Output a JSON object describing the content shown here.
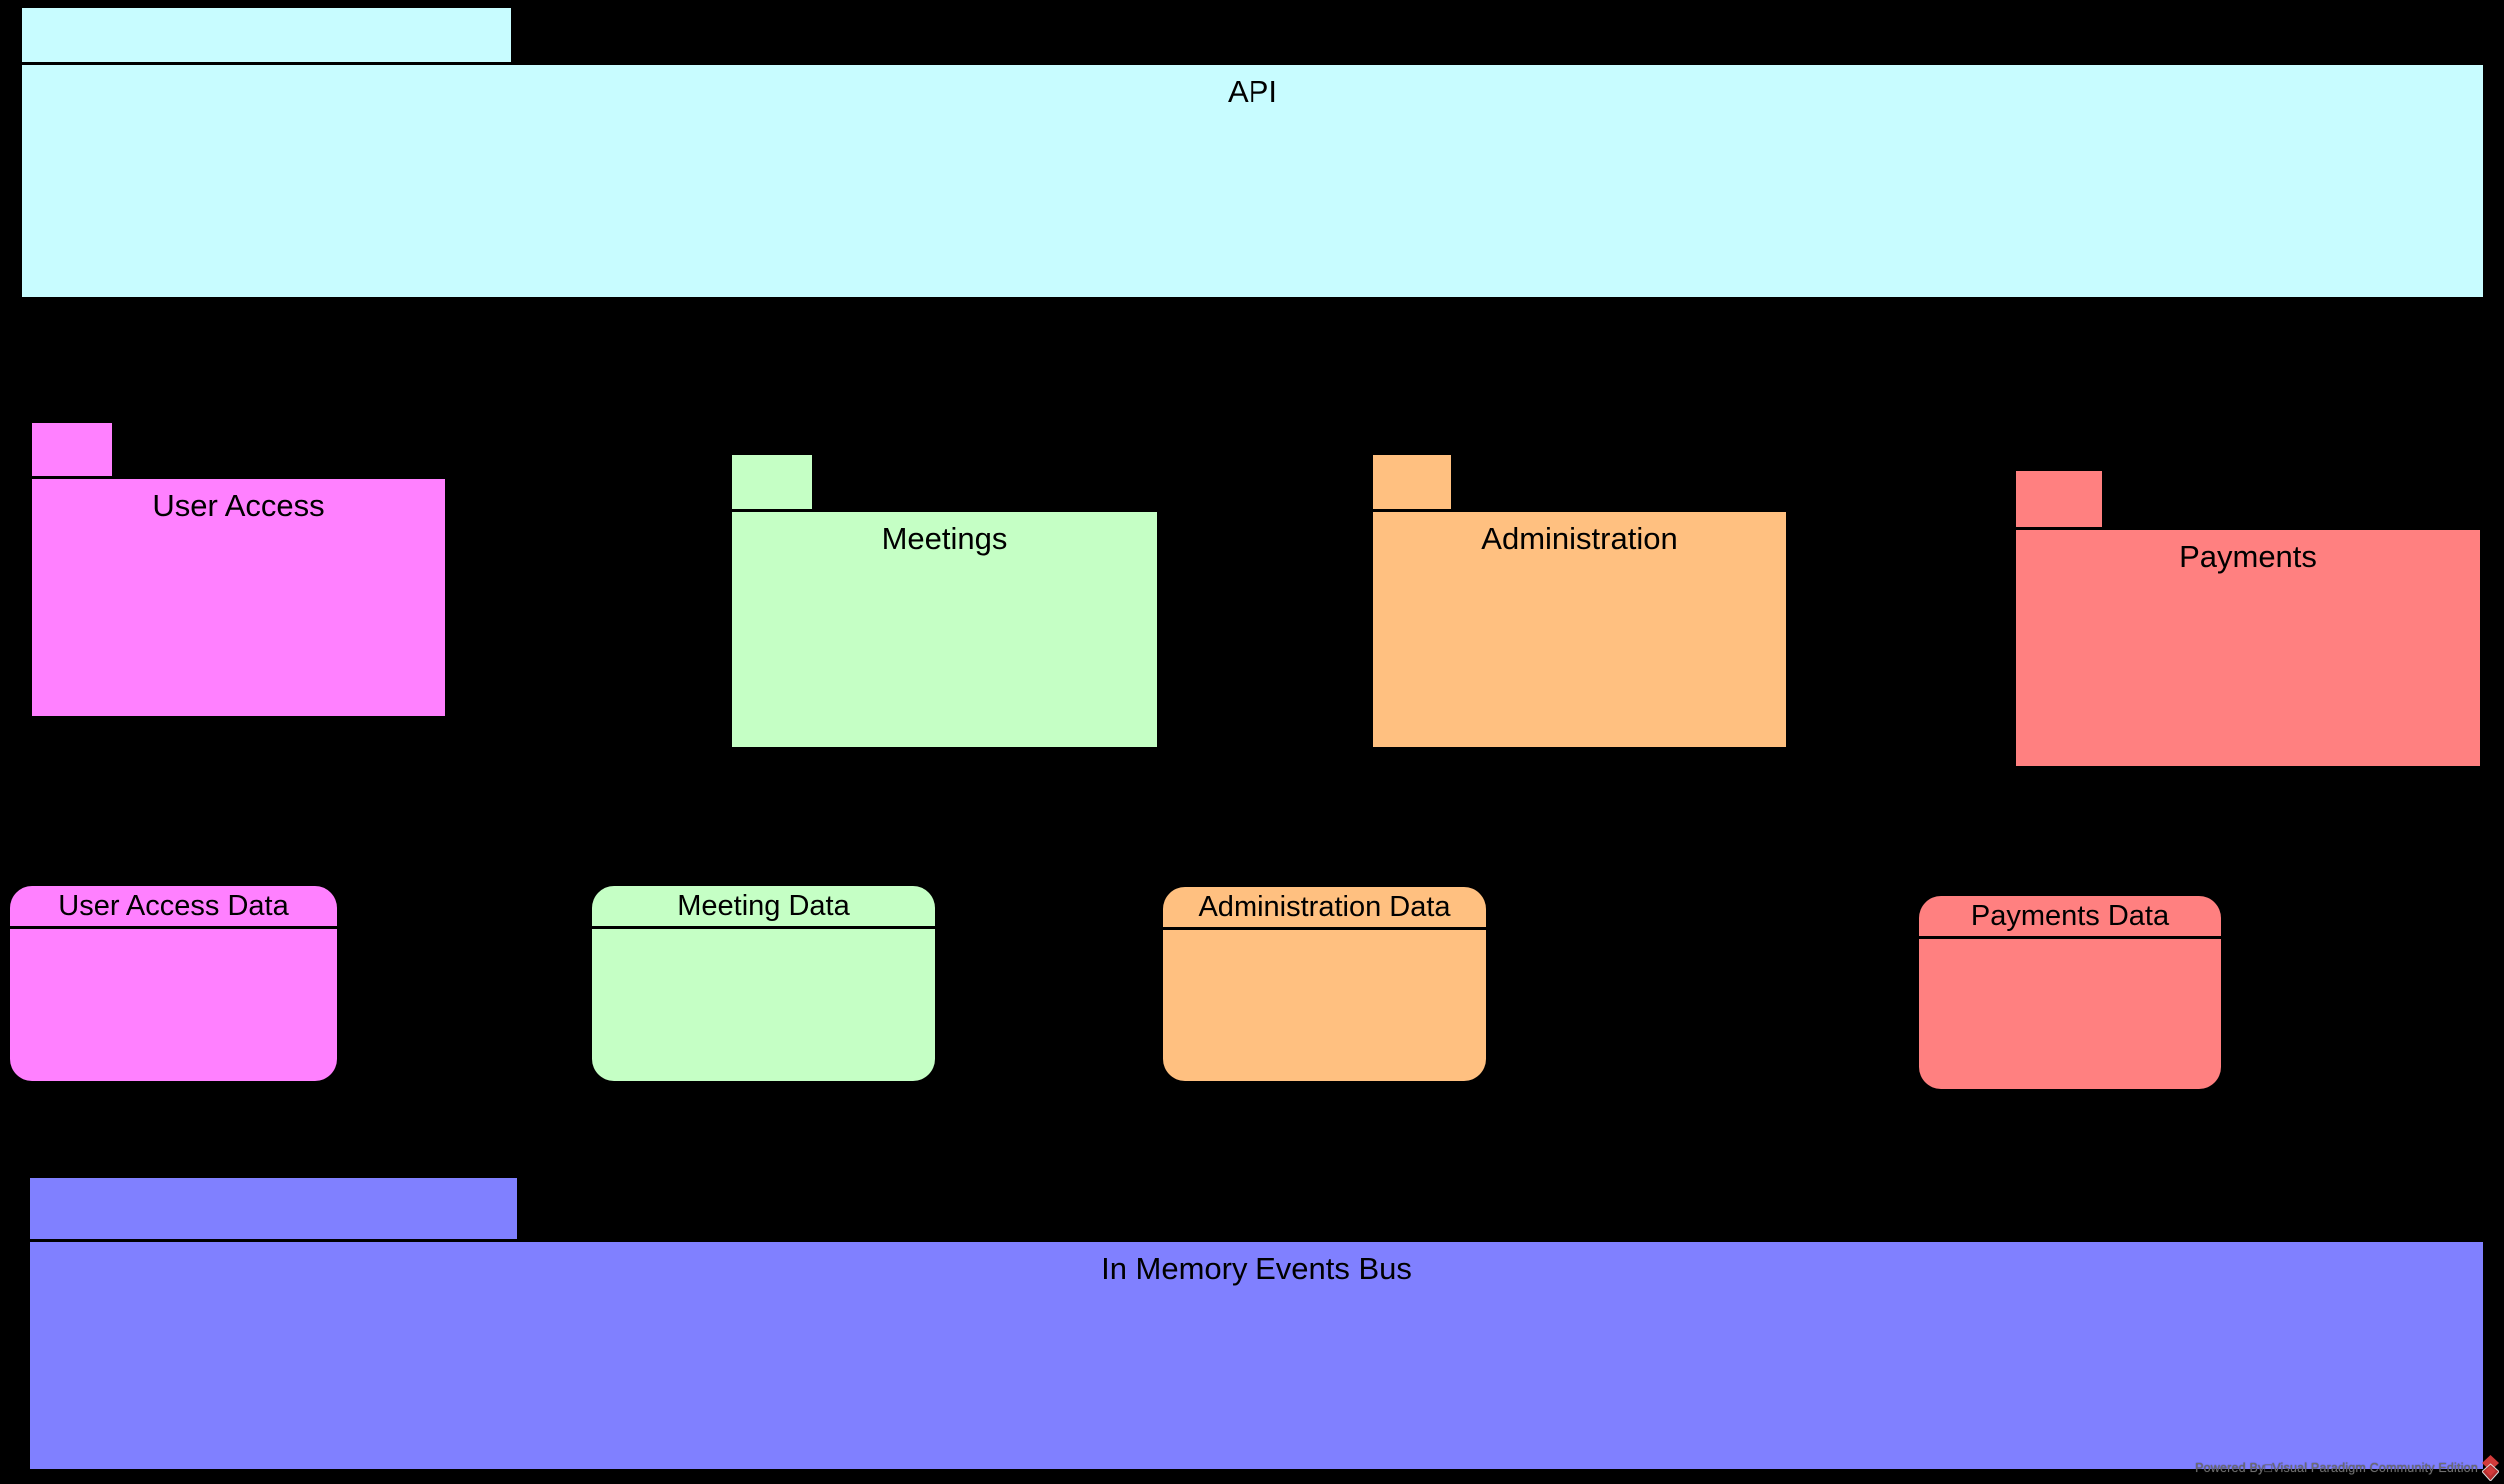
{
  "diagram": {
    "background": "#000000",
    "packages": [
      {
        "id": "api",
        "label": "API",
        "color": "#C8FCFF"
      },
      {
        "id": "user-access",
        "label": "User Access",
        "color": "#FF80FF"
      },
      {
        "id": "meetings",
        "label": "Meetings",
        "color": "#C5FFC5"
      },
      {
        "id": "administration",
        "label": "Administration",
        "color": "#FFC080"
      },
      {
        "id": "payments",
        "label": "Payments",
        "color": "#FF8080"
      },
      {
        "id": "events-bus",
        "label": "In Memory Events Bus",
        "color": "#8080FF"
      }
    ],
    "datastores": [
      {
        "id": "user-access-data",
        "label": "User Access Data",
        "color": "#FF80FF"
      },
      {
        "id": "meeting-data",
        "label": "Meeting Data",
        "color": "#C5FFC5"
      },
      {
        "id": "administration-data",
        "label": "Administration Data",
        "color": "#FFC080"
      },
      {
        "id": "payments-data",
        "label": "Payments Data",
        "color": "#FF8080"
      }
    ],
    "watermark": {
      "text": "Powered By□Visual Paradigm Community Edition",
      "logo": "visual-paradigm-diamond-icon",
      "text_color": "#6F6F6F",
      "logo_color": "#D23B3B"
    }
  }
}
